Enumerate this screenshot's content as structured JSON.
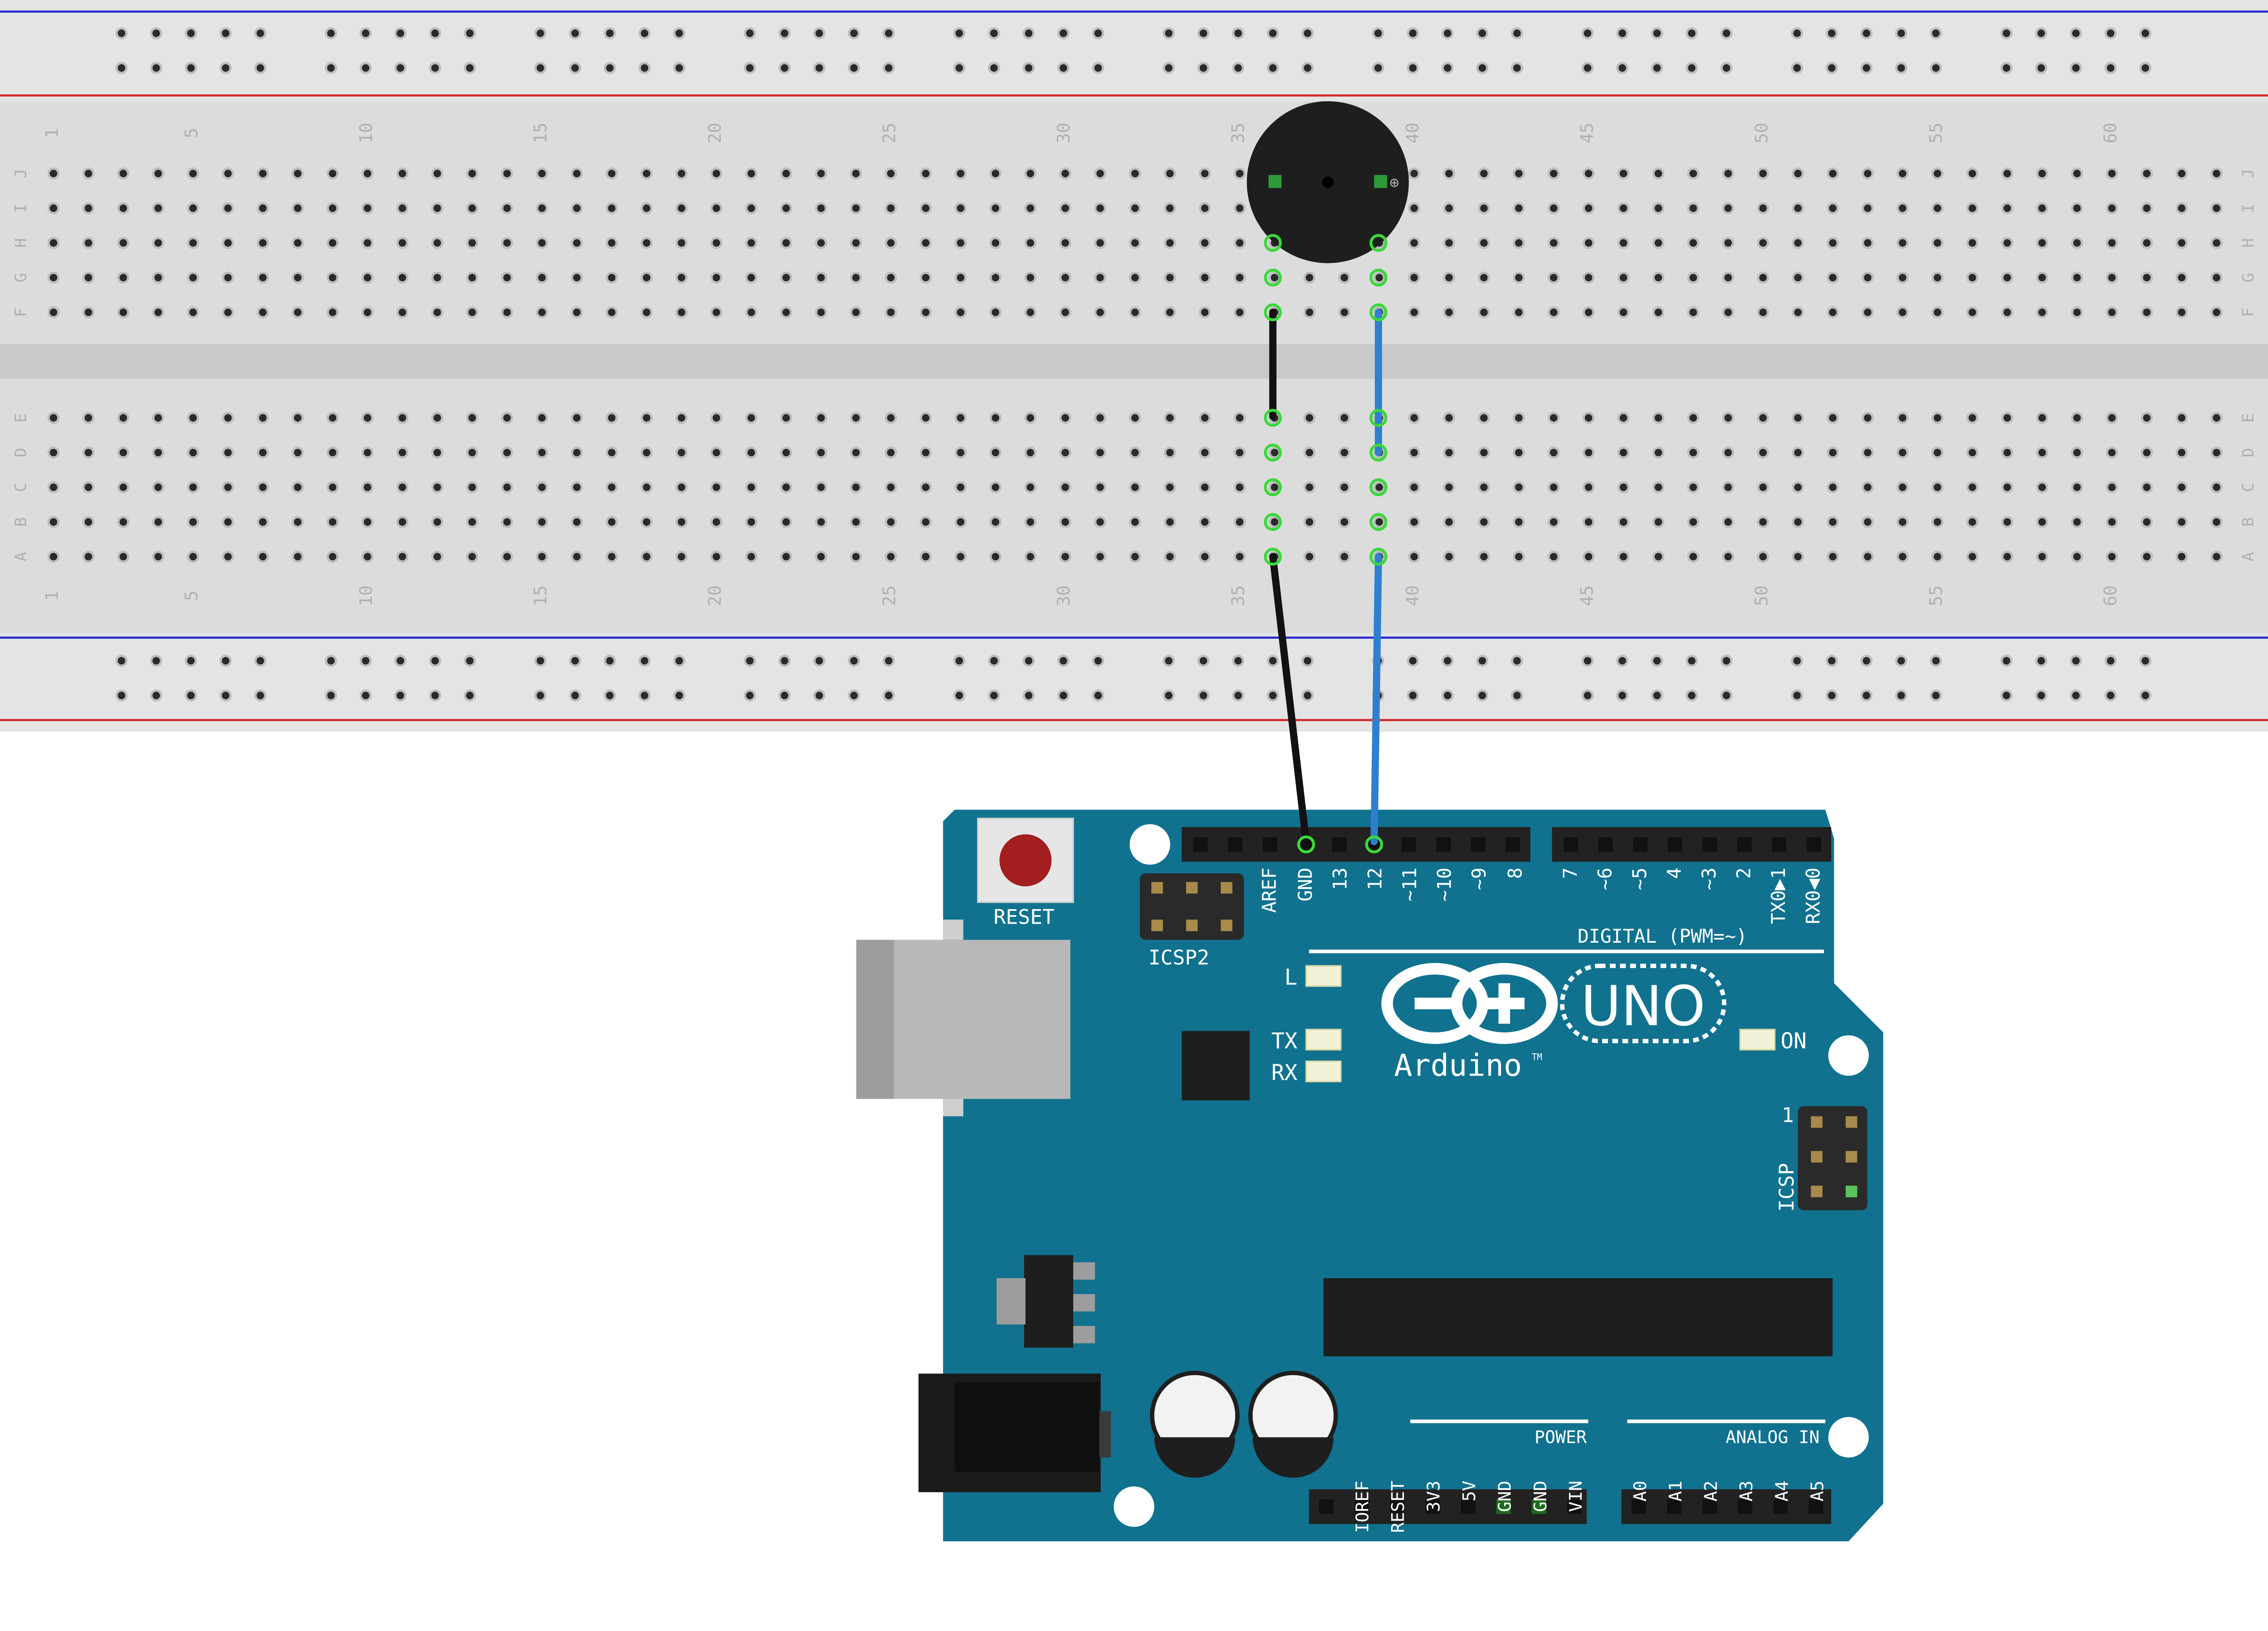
{
  "breadboard": {
    "top_rows": [
      "J",
      "I",
      "H",
      "G",
      "F"
    ],
    "bottom_rows": [
      "E",
      "D",
      "C",
      "B",
      "A"
    ],
    "column_numbers": [
      "1",
      "5",
      "10",
      "15",
      "20",
      "25",
      "30",
      "35",
      "40",
      "45",
      "50",
      "55",
      "60"
    ]
  },
  "arduino": {
    "reset_label": "RESET",
    "icsp2_label": "ICSP2",
    "icsp_label": "ICSP",
    "icsp_pin1_label": "1",
    "digital_label": "DIGITAL (PWM=~)",
    "led_l_label": "L",
    "led_tx_label": "TX",
    "led_rx_label": "RX",
    "on_label": "ON",
    "brand_label": "Arduino",
    "trademark": "TM",
    "model_label": "UNO",
    "power_label": "POWER",
    "analog_label": "ANALOG IN",
    "digital_pins_left": [
      "AREF",
      "GND",
      "13",
      "12",
      "~11",
      "~10",
      "~9",
      "8"
    ],
    "digital_pins_right": [
      "7",
      "~6",
      "~5",
      "4",
      "~3",
      "2",
      "TX0▶1",
      "RX0◀0"
    ],
    "power_pins": [
      "IOREF",
      "RESET",
      "3V3",
      "5V",
      "GND",
      "GND",
      "VIN"
    ],
    "analog_pins": [
      "A0",
      "A1",
      "A2",
      "A3",
      "A4",
      "A5"
    ]
  },
  "colors": {
    "board_teal": "#10728f",
    "breadboard_body": "#dcdcdc",
    "wire_ground": "#111111",
    "wire_signal": "#2f7fd0",
    "connection_green": "#3ad83a",
    "reset_button": "#a31f1f",
    "rail_red": "#d22a2a",
    "rail_blue": "#2a2ad2"
  },
  "connections": [
    {
      "from": "buzzer-pin-left",
      "to": "GND"
    },
    {
      "from": "buzzer-pin-right",
      "to": "12"
    }
  ]
}
